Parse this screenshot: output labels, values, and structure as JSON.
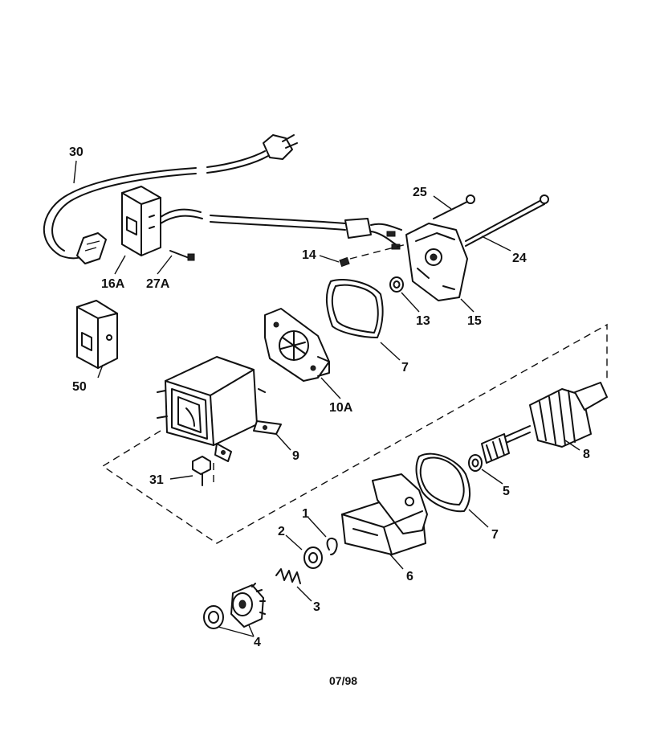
{
  "diagram": {
    "date_code": "07/98",
    "callouts": {
      "c1": "1",
      "c2": "2",
      "c3": "3",
      "c4": "4",
      "c5": "5",
      "c6": "6",
      "c7a": "7",
      "c7b": "7",
      "c8": "8",
      "c9": "9",
      "c10a": "10A",
      "c13": "13",
      "c14": "14",
      "c15": "15",
      "c16a": "16A",
      "c24": "24",
      "c25": "25",
      "c27a": "27A",
      "c30": "30",
      "c31": "31",
      "c50": "50"
    }
  }
}
